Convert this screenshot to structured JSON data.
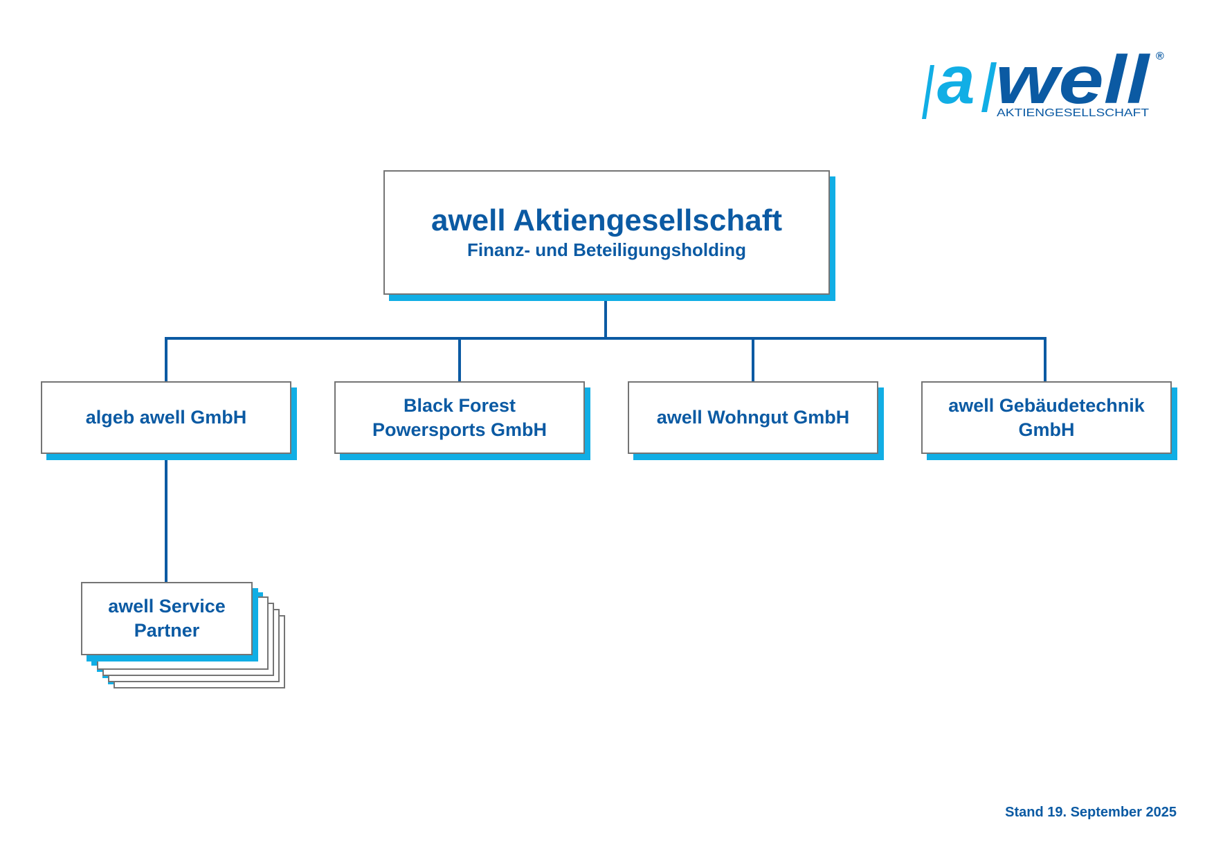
{
  "logo": {
    "mark_a": "a",
    "mark_well": "well",
    "reg": "®",
    "tagline": "AKTIENGESELLSCHAFT"
  },
  "root": {
    "title": "awell Aktiengesellschaft",
    "subtitle": "Finanz- und Beteiligungsholding"
  },
  "subsidiaries": [
    {
      "lines": [
        "algeb awell GmbH"
      ]
    },
    {
      "lines": [
        "Black Forest",
        "Powersports GmbH"
      ]
    },
    {
      "lines": [
        "awell Wohngut GmbH"
      ]
    },
    {
      "lines": [
        "awell Gebäudetechnik",
        "GmbH"
      ]
    }
  ],
  "service_partner": {
    "lines": [
      "awell Service",
      "Partner"
    ]
  },
  "footer": {
    "stand": "Stand 19. September 2025"
  },
  "colors": {
    "brand_blue": "#0b5aa3",
    "accent_cyan": "#11aee5",
    "border_gray": "#747474"
  }
}
